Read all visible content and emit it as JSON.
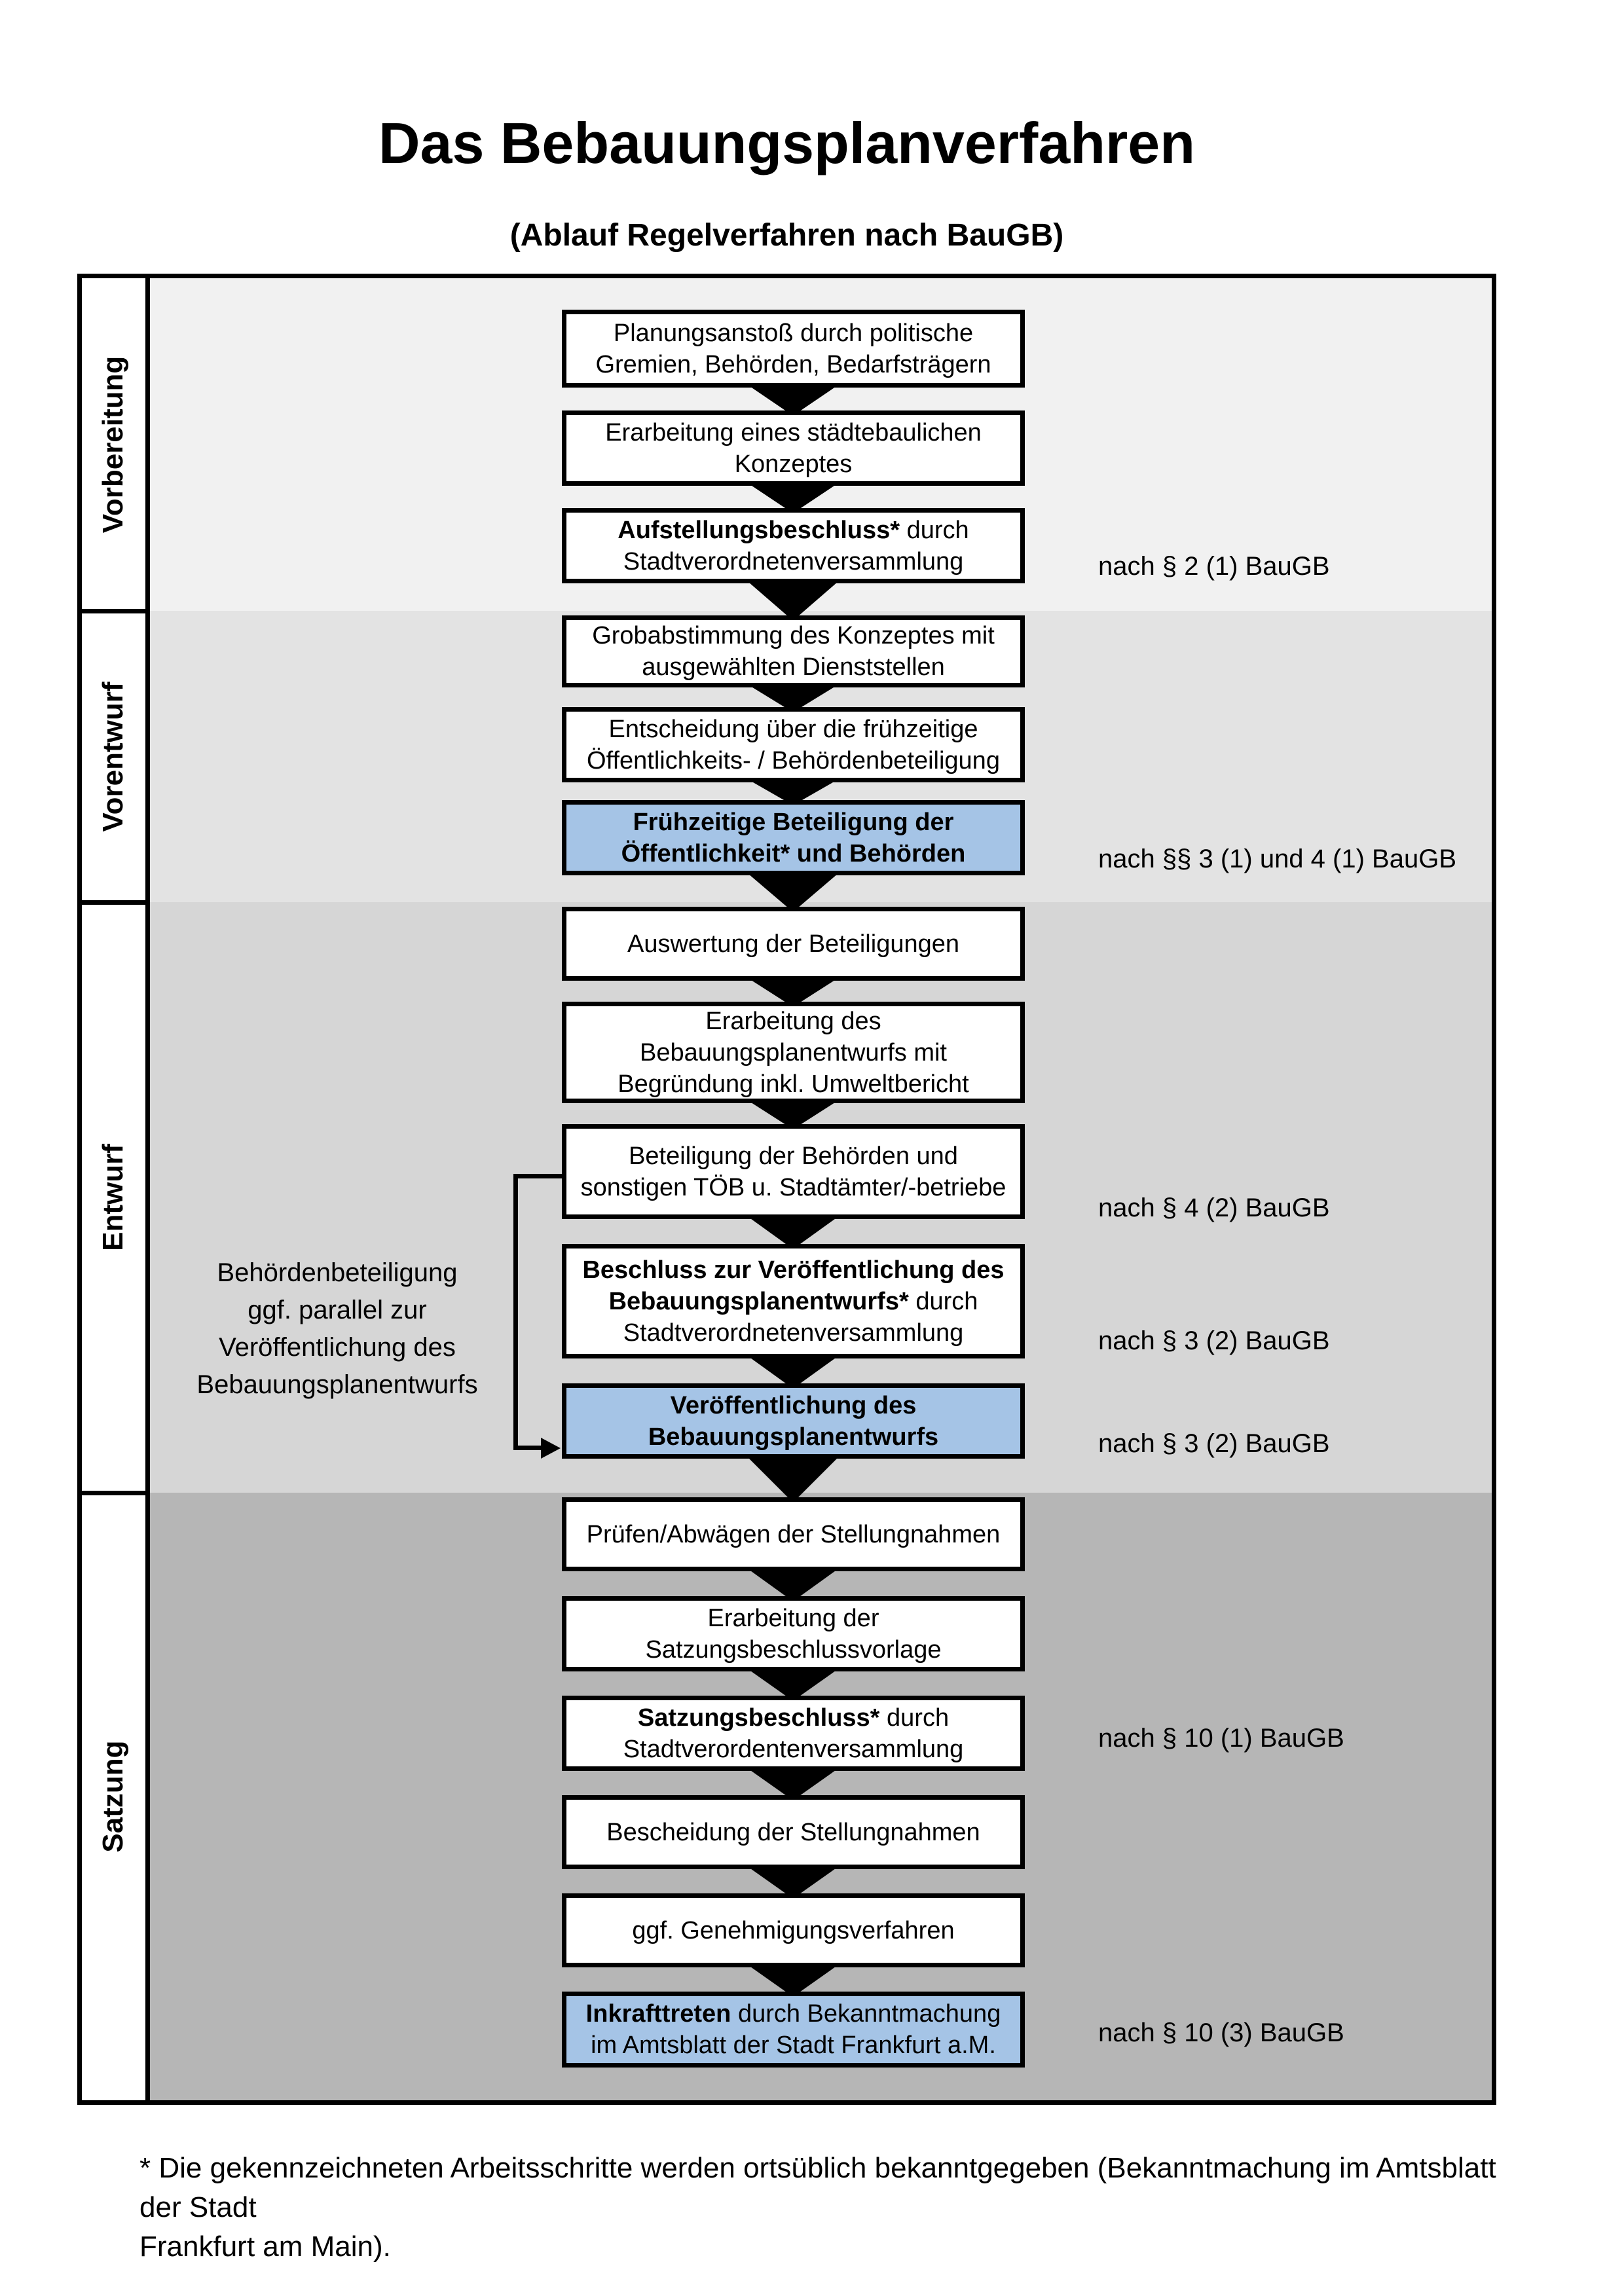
{
  "header": {
    "title": "Das Bebauungsplanverfahren",
    "subtitle": "(Ablauf Regelverfahren nach BauGB)"
  },
  "colors": {
    "highlight_blue": "#a5c4e6",
    "phase_backgrounds": [
      "#f1f1f1",
      "#e3e3e3",
      "#d6d6d6",
      "#b6b6b6"
    ],
    "line_black": "#000000"
  },
  "phases": [
    {
      "label": "Vorbereitung",
      "bg": "#f1f1f1"
    },
    {
      "label": "Vorentwurf",
      "bg": "#e3e3e3"
    },
    {
      "label": "Entwurf",
      "bg": "#d6d6d6"
    },
    {
      "label": "Satzung",
      "bg": "#b6b6b6"
    }
  ],
  "steps": [
    {
      "highlight": false,
      "ref": "",
      "lines": [
        [
          {
            "t": "Planungsanstoß durch politische",
            "b": false
          }
        ],
        [
          {
            "t": "Gremien, Behörden, Bedarfsträgern",
            "b": false
          }
        ]
      ]
    },
    {
      "highlight": false,
      "ref": "",
      "lines": [
        [
          {
            "t": "Erarbeitung eines städtebaulichen",
            "b": false
          }
        ],
        [
          {
            "t": "Konzeptes",
            "b": false
          }
        ]
      ]
    },
    {
      "highlight": false,
      "ref": "nach § 2 (1) BauGB",
      "lines": [
        [
          {
            "t": "Aufstellungsbeschluss*",
            "b": true
          },
          {
            "t": " durch",
            "b": false
          }
        ],
        [
          {
            "t": "Stadtverordnetenversammlung",
            "b": false
          }
        ]
      ]
    },
    {
      "highlight": false,
      "ref": "",
      "lines": [
        [
          {
            "t": "Grobabstimmung des Konzeptes mit",
            "b": false
          }
        ],
        [
          {
            "t": "ausgewählten Dienststellen",
            "b": false
          }
        ]
      ]
    },
    {
      "highlight": false,
      "ref": "",
      "lines": [
        [
          {
            "t": "Entscheidung über die frühzeitige",
            "b": false
          }
        ],
        [
          {
            "t": "Öffentlichkeits- / Behördenbeteiligung",
            "b": false
          }
        ]
      ]
    },
    {
      "highlight": true,
      "ref": "nach §§ 3 (1) und 4 (1) BauGB",
      "lines": [
        [
          {
            "t": "Frühzeitige Beteiligung der",
            "b": true
          }
        ],
        [
          {
            "t": "Öffentlichkeit* und Behörden",
            "b": true
          }
        ]
      ]
    },
    {
      "highlight": false,
      "ref": "",
      "lines": [
        [
          {
            "t": "Auswertung der Beteiligungen",
            "b": false
          }
        ]
      ]
    },
    {
      "highlight": false,
      "ref": "",
      "lines": [
        [
          {
            "t": "Erarbeitung des",
            "b": false
          }
        ],
        [
          {
            "t": "Bebauungsplanentwurfs mit",
            "b": false
          }
        ],
        [
          {
            "t": "Begründung inkl. Umweltbericht",
            "b": false
          }
        ]
      ]
    },
    {
      "highlight": false,
      "ref": "nach § 4 (2) BauGB",
      "lines": [
        [
          {
            "t": "Beteiligung der Behörden und",
            "b": false
          }
        ],
        [
          {
            "t": "sonstigen TÖB u. Stadtämter/-betriebe",
            "b": false
          }
        ]
      ]
    },
    {
      "highlight": false,
      "ref": "nach § 3 (2) BauGB",
      "lines": [
        [
          {
            "t": "Beschluss zur Veröffentlichung des",
            "b": true
          }
        ],
        [
          {
            "t": "Bebauungsplanentwurfs*",
            "b": true
          },
          {
            "t": " durch",
            "b": false
          }
        ],
        [
          {
            "t": "Stadtverordnetenversammlung",
            "b": false
          }
        ]
      ]
    },
    {
      "highlight": true,
      "ref": "nach § 3 (2) BauGB",
      "lines": [
        [
          {
            "t": "Veröffentlichung des",
            "b": true
          }
        ],
        [
          {
            "t": "Bebauungsplanentwurfs",
            "b": true
          }
        ]
      ]
    },
    {
      "highlight": false,
      "ref": "",
      "lines": [
        [
          {
            "t": "Prüfen/Abwägen der Stellungnahmen",
            "b": false
          }
        ]
      ]
    },
    {
      "highlight": false,
      "ref": "",
      "lines": [
        [
          {
            "t": "Erarbeitung der",
            "b": false
          }
        ],
        [
          {
            "t": "Satzungsbeschlussvorlage",
            "b": false
          }
        ]
      ]
    },
    {
      "highlight": false,
      "ref": "nach § 10 (1) BauGB",
      "lines": [
        [
          {
            "t": "Satzungsbeschluss*",
            "b": true
          },
          {
            "t": " durch",
            "b": false
          }
        ],
        [
          {
            "t": "Stadtverordentenversammlung",
            "b": false
          }
        ]
      ]
    },
    {
      "highlight": false,
      "ref": "",
      "lines": [
        [
          {
            "t": "Bescheidung der Stellungnahmen",
            "b": false
          }
        ]
      ]
    },
    {
      "highlight": false,
      "ref": "",
      "lines": [
        [
          {
            "t": "ggf. Genehmigungsverfahren",
            "b": false
          }
        ]
      ]
    },
    {
      "highlight": true,
      "ref": "nach § 10 (3) BauGB",
      "lines": [
        [
          {
            "t": "Inkrafttreten",
            "b": true
          },
          {
            "t": " durch Bekanntmachung",
            "b": false
          }
        ],
        [
          {
            "t": "im Amtsblatt der Stadt Frankfurt a.M.",
            "b": false
          }
        ]
      ]
    }
  ],
  "annotation": {
    "lines": [
      "Behördenbeteiligung",
      "ggf. parallel zur",
      "Veröffentlichung des",
      "Bebauungsplanentwurfs"
    ]
  },
  "footnote": "* Die gekennzeichneten Arbeitsschritte werden ortsüblich bekanntgegeben (Bekanntmachung im Amtsblatt  der Stadt\nFrankfurt am Main)."
}
